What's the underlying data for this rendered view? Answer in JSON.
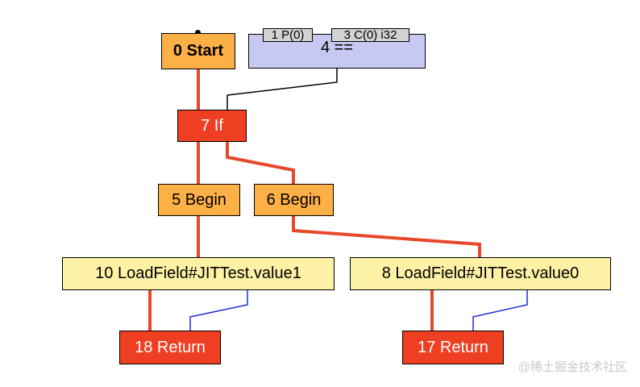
{
  "nodes": {
    "start": "0 Start",
    "cmp": "4 ==",
    "cmp_port_left": "1 P(0)",
    "cmp_port_right": "3 C(0) i32",
    "if": "7 If",
    "begin5": "5 Begin",
    "begin6": "6 Begin",
    "load10": "10 LoadField#JITTest.value1",
    "load8": "8 LoadField#JITTest.value0",
    "ret18": "18 Return",
    "ret17": "17 Return"
  },
  "watermark": "@稀土掘金技术社区",
  "colors": {
    "control_edge": "#e8482a",
    "data_edge": "#000000",
    "memory_edge": "#1f2fd6",
    "start_begin_fill": "#fdb045",
    "control_fill": "#ee3f22",
    "load_fill": "#fdf1a6",
    "compare_fill": "#c7c9f2"
  }
}
